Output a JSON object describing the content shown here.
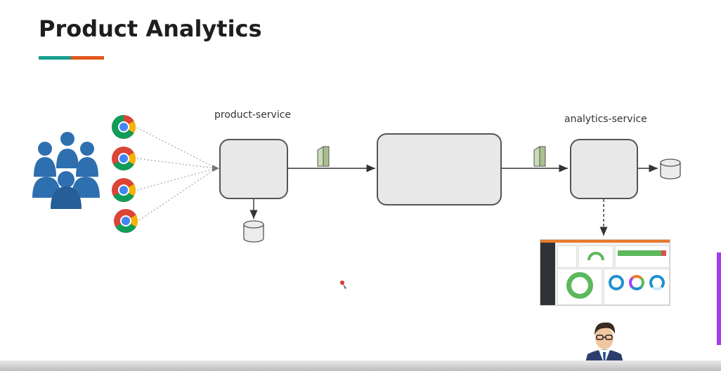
{
  "slide": {
    "title": "Product Analytics",
    "title_underline_colors": [
      "#1a9e8f",
      "#e0571f"
    ]
  },
  "diagram": {
    "nodes": {
      "users": {
        "icon": "users-group-icon",
        "color": "#2e6fb0"
      },
      "browsers": {
        "icon": "chrome-icon",
        "count": 4
      },
      "product_service": {
        "label": "product-service"
      },
      "kafka": {
        "icon": "kafka-icon"
      },
      "analytics_service": {
        "label": "analytics-service"
      },
      "product_db": {
        "icon": "database-icon"
      },
      "analytics_db": {
        "icon": "database-icon"
      },
      "dashboard": {
        "icon": "dashboard-screenshot"
      },
      "analyst": {
        "icon": "person-avatar-icon"
      }
    },
    "edges": [
      {
        "from": "browsers",
        "to": "product_service",
        "style": "dotted"
      },
      {
        "from": "product_service",
        "to": "kafka",
        "style": "solid",
        "icon": "message-icon"
      },
      {
        "from": "kafka",
        "to": "analytics_service",
        "style": "solid",
        "icon": "message-icon"
      },
      {
        "from": "product_service",
        "to": "product_db",
        "style": "solid"
      },
      {
        "from": "analytics_service",
        "to": "analytics_db",
        "style": "solid"
      },
      {
        "from": "analytics_service",
        "to": "dashboard",
        "style": "dashed"
      }
    ]
  },
  "colors": {
    "box_fill": "#e8e8e8",
    "box_stroke": "#555555",
    "accent_purple": "#a33df2",
    "dashboard_sidebar": "#2f3337",
    "dashboard_header": "#e97a2c",
    "dashboard_green": "#5cb85c",
    "dashboard_blue": "#1f8fd1"
  }
}
